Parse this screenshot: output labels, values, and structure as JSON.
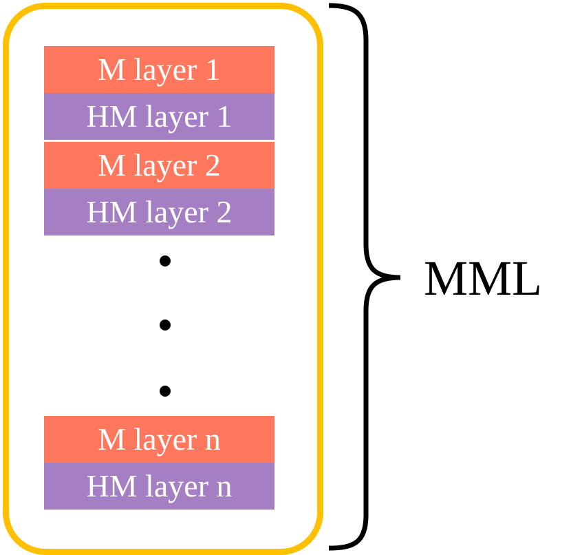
{
  "colors": {
    "frame": "#FFC000",
    "m_layer": "#FF775C",
    "hm_layer": "#A57FC4",
    "layer_text": "#FFFFFF",
    "ink": "#000000"
  },
  "layers": [
    {
      "label": "M layer 1",
      "kind": "m"
    },
    {
      "label": "HM layer 1",
      "kind": "hm"
    },
    {
      "label": "M layer 2",
      "kind": "m"
    },
    {
      "label": "HM layer 2",
      "kind": "hm"
    },
    {
      "label": "M layer n",
      "kind": "m"
    },
    {
      "label": "HM layer n",
      "kind": "hm"
    }
  ],
  "brace": {
    "label": "MML"
  }
}
